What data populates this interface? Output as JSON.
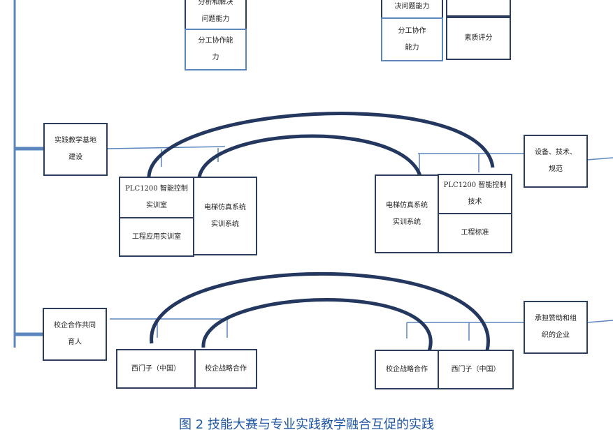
{
  "boxes": {
    "b1": "分析和解决\n问题能力",
    "b2": "分工协作能\n力",
    "b3": "决问题能力",
    "b4": "分工协作\n能力",
    "b5": "素质评分",
    "b6": "实践教学基地\n建设",
    "b7": "PLC1200 智能控制\n实训室",
    "b8": "工程应用实训室",
    "b9": "电梯仿真系统\n实训系统",
    "b10": "电梯仿真系统\n实训系统",
    "b11": "PLC1200 智能控制\n技术",
    "b12": "工程标准",
    "b13": "设备、技术、\n规范",
    "b14": "校企合作共同\n育人",
    "b15": "西门子（中国）",
    "b16": "校企战略合作",
    "b17": "校企战略合作",
    "b18": "西门子（中国）",
    "b19": "承担赞助和组\n织的企业"
  },
  "caption": "图 2 技能大赛与专业实践教学融合互促的实践",
  "colors": {
    "dark": "#2c3e5c",
    "light": "#5b86bd",
    "caption": "#1f56a3"
  }
}
